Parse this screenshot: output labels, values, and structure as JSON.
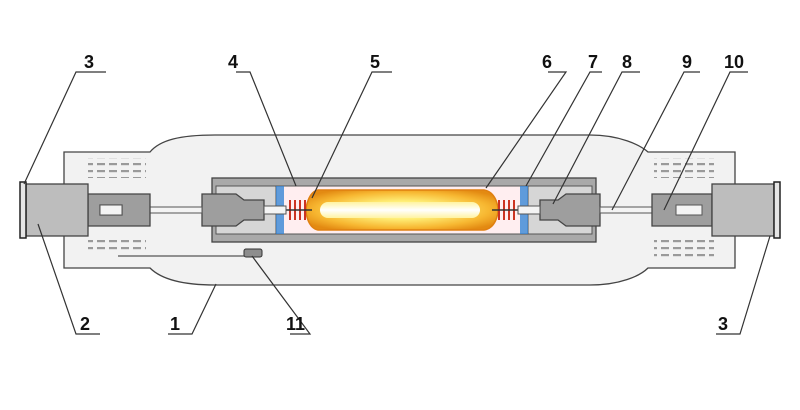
{
  "colors": {
    "outline": "#444444",
    "outer_bulb": "#f2f2f2",
    "frame_grey": "#a9a9a9",
    "cap_grey": "#bdbdbd",
    "arc_glow": "#f7b731",
    "arc_core": "#fffbe0",
    "electrode_red": "#cc3322",
    "seal_blue": "#2a7fd4"
  },
  "icons": {
    "outer_bulb": "outer-bulb-shape",
    "base_cap": "base-cap-shape",
    "arc_tube": "arc-tube-glow-shape"
  },
  "callouts": [
    {
      "id": "label-3-left",
      "text": "3"
    },
    {
      "id": "label-4",
      "text": "4"
    },
    {
      "id": "label-5",
      "text": "5"
    },
    {
      "id": "label-6",
      "text": "6"
    },
    {
      "id": "label-7",
      "text": "7"
    },
    {
      "id": "label-8",
      "text": "8"
    },
    {
      "id": "label-9",
      "text": "9"
    },
    {
      "id": "label-10",
      "text": "10"
    },
    {
      "id": "label-2",
      "text": "2"
    },
    {
      "id": "label-1",
      "text": "1"
    },
    {
      "id": "label-11",
      "text": "11"
    },
    {
      "id": "label-3-right",
      "text": "3"
    }
  ]
}
